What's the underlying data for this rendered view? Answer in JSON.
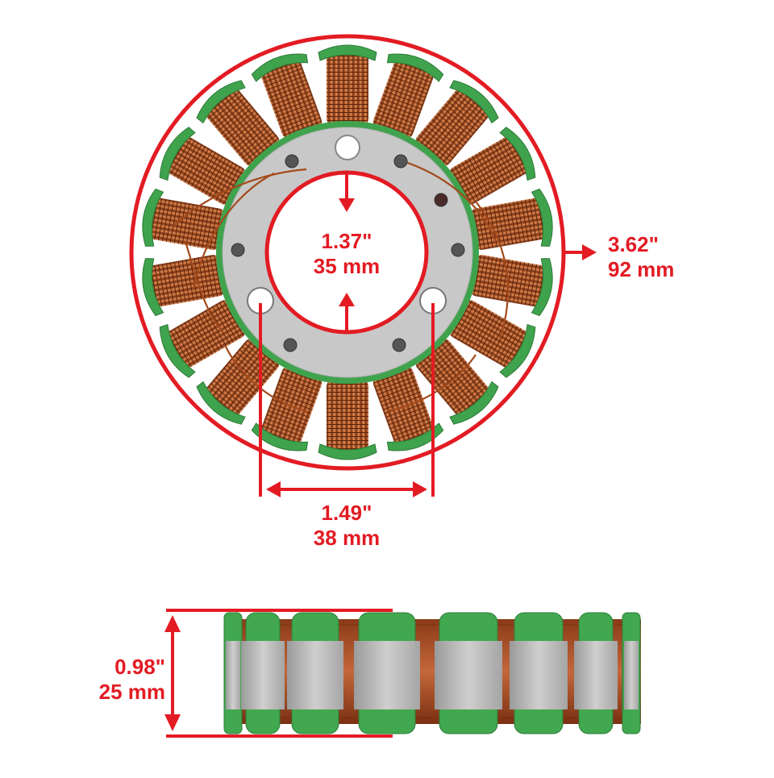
{
  "product": {
    "name": "Stator",
    "views": [
      "top-view",
      "side-view"
    ]
  },
  "colors": {
    "dimension_red": "#e31b23",
    "insulation_green": "#3fa34d",
    "copper": "#b5582a",
    "core_steel": "#c9c9c9",
    "background": "#ffffff"
  },
  "dimensions": {
    "inner_diameter": {
      "inches": "1.37\"",
      "mm": "35 mm"
    },
    "outer_diameter": {
      "inches": "3.62\"",
      "mm": "92 mm"
    },
    "bolt_spacing": {
      "inches": "1.49\"",
      "mm": "38 mm"
    },
    "height": {
      "inches": "0.98\"",
      "mm": "25 mm"
    }
  },
  "stator": {
    "pole_count": 18,
    "mounting_holes": 3,
    "small_holes": 6
  }
}
